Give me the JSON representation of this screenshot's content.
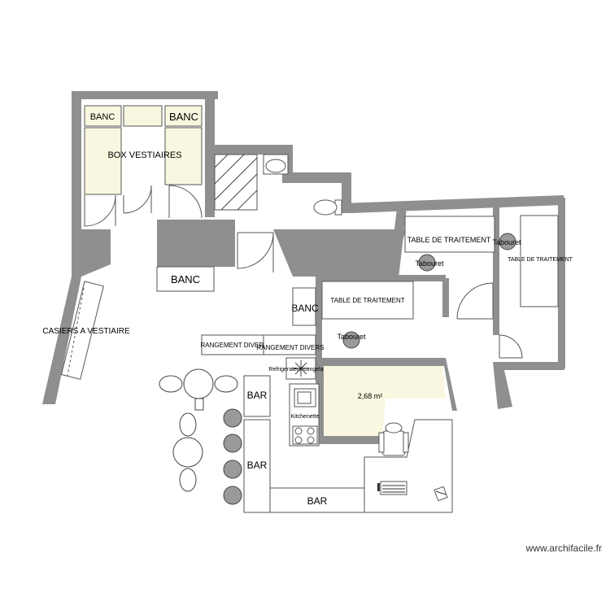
{
  "labels": {
    "banc_top_left": "BANC",
    "banc_top_right": "BANC",
    "box_vestiaires": "BOX VESTIAIRES",
    "banc_mid": "BANC",
    "banc_right": "BANC",
    "casiers": "CASIERS A VESTIAIRE",
    "table_traitement_1": "TABLE DE TRAITEMENT",
    "table_traitement_2": "TABLE DE TRAITEMENT",
    "table_traitement_3": "TABLE DE TRAITEMENT",
    "tabouret_1": "Tabouret",
    "tabouret_2": "Tabouret",
    "tabouret_3": "Tabouret",
    "rangement_1": "RANGEMENT DIVERS",
    "rangement_2": "RANGEMENT DIVERS",
    "refrigerateur": "Refrigerateur/congelateur",
    "kitchenette": "Kitchenette",
    "area": "2,68 m²",
    "bar_1": "BAR",
    "bar_2": "BAR",
    "bar_3": "BAR"
  },
  "watermark": "www.archifacile.fr"
}
